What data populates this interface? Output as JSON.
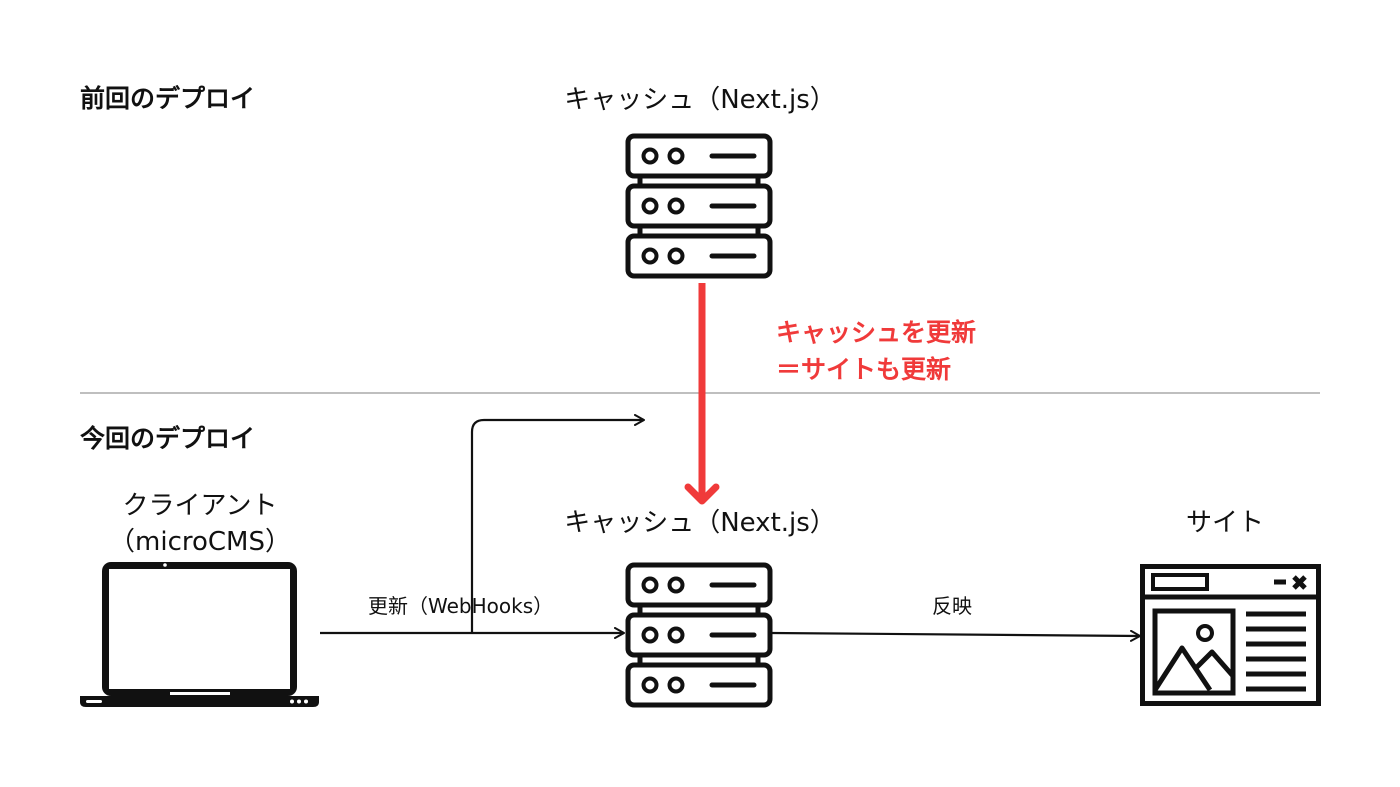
{
  "sections": {
    "previous": "前回のデプロイ",
    "current": "今回のデプロイ"
  },
  "nodes": {
    "cache_top": "キャッシュ（Next.js）",
    "cache_bottom": "キャッシュ（Next.js）",
    "client_line1": "クライアント",
    "client_line2": "（microCMS）",
    "site": "サイト"
  },
  "edges": {
    "update_webhooks": "更新（WebHooks）",
    "reflect": "反映"
  },
  "note": {
    "line1": "キャッシュを更新",
    "line2": "＝サイトも更新"
  },
  "colors": {
    "accent_red": "#f03a3a",
    "ink": "#111111",
    "divider": "#999999"
  },
  "icons": {
    "server": "server-icon",
    "laptop": "laptop-icon",
    "site": "browser-window-icon"
  }
}
